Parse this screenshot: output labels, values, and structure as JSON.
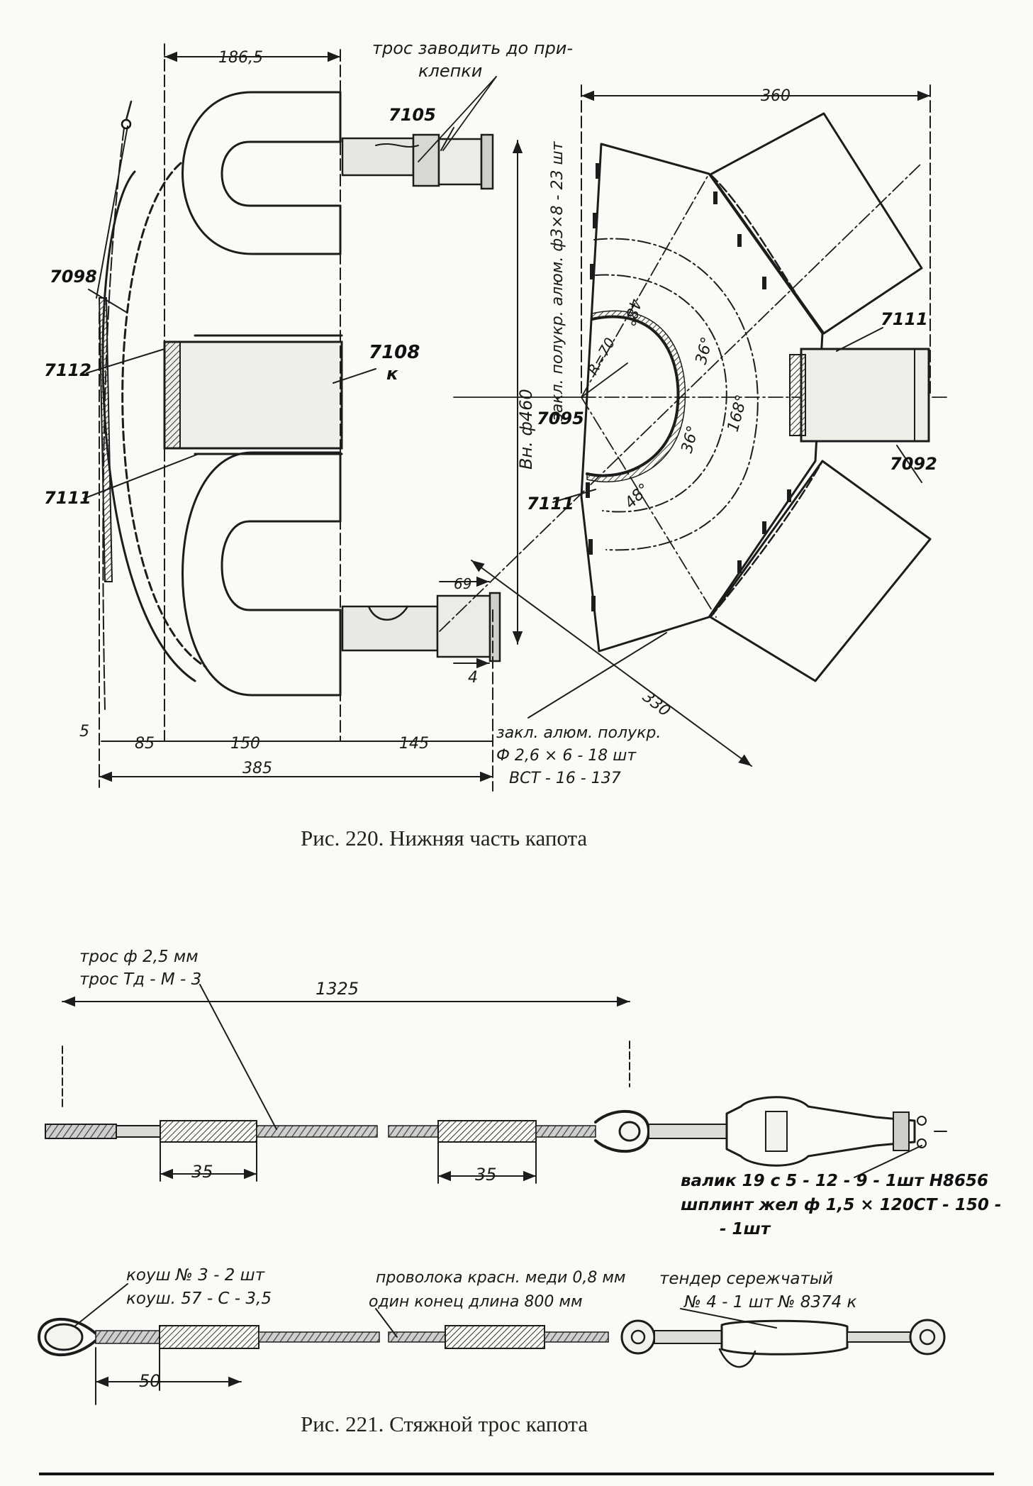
{
  "fig220": {
    "caption": "Рис. 220. Нижняя часть капота",
    "note_cable": [
      "трос заводить до при-",
      "клепки"
    ],
    "note_rivets_top": "закл. полукр. алюм. ф3×8 - 23 шт",
    "note_rivets_bottom": [
      "закл. алюм. полукр.",
      "Ф 2,6 × 6 - 18 шт",
      "ВСТ - 16 - 137"
    ],
    "parts": {
      "p7105": "7105",
      "p7098": "7098",
      "p7112": "7112",
      "p7108": "7108",
      "p7108k": "к",
      "p7111a": "7111",
      "p7095": "7095",
      "p7111b": "7111",
      "p7111c": "7111",
      "p7092": "7092"
    },
    "dims": {
      "d186": "186,5",
      "d360": "360",
      "d460": "Вн. ф460",
      "d69": "69",
      "d4": "4",
      "d5": "5",
      "d85": "85",
      "d150": "150",
      "d145": "145",
      "d385": "385",
      "d330": "330",
      "r70": "R=70",
      "a48a": "48°",
      "a36a": "36°",
      "a36b": "36°",
      "a48b": "48°",
      "a168": "168°"
    }
  },
  "fig221": {
    "caption": "Рис. 221. Стяжной трос капота",
    "note_cable": [
      "трос ф 2,5 мм",
      "трос Тд - М - 3"
    ],
    "dim_length": "1325",
    "dim_35a": "35",
    "dim_35b": "35",
    "note_pin": [
      "валик  19 с 5 - 12 - 9 - 1шт Н8656",
      "шплинт  жел ф 1,5 × 120СТ - 150 -",
      "- 1шт"
    ],
    "note_thimble": [
      "коуш  № 3 - 2 шт",
      "коуш.  57 - С - 3,5"
    ],
    "note_wire": [
      "проволока  красн. меди 0,8 мм",
      "один конец  длина 800 мм"
    ],
    "note_tender": [
      "тендер  сережчатый",
      "№ 4 - 1 шт  № 8374 к"
    ],
    "dim_50": "50"
  }
}
